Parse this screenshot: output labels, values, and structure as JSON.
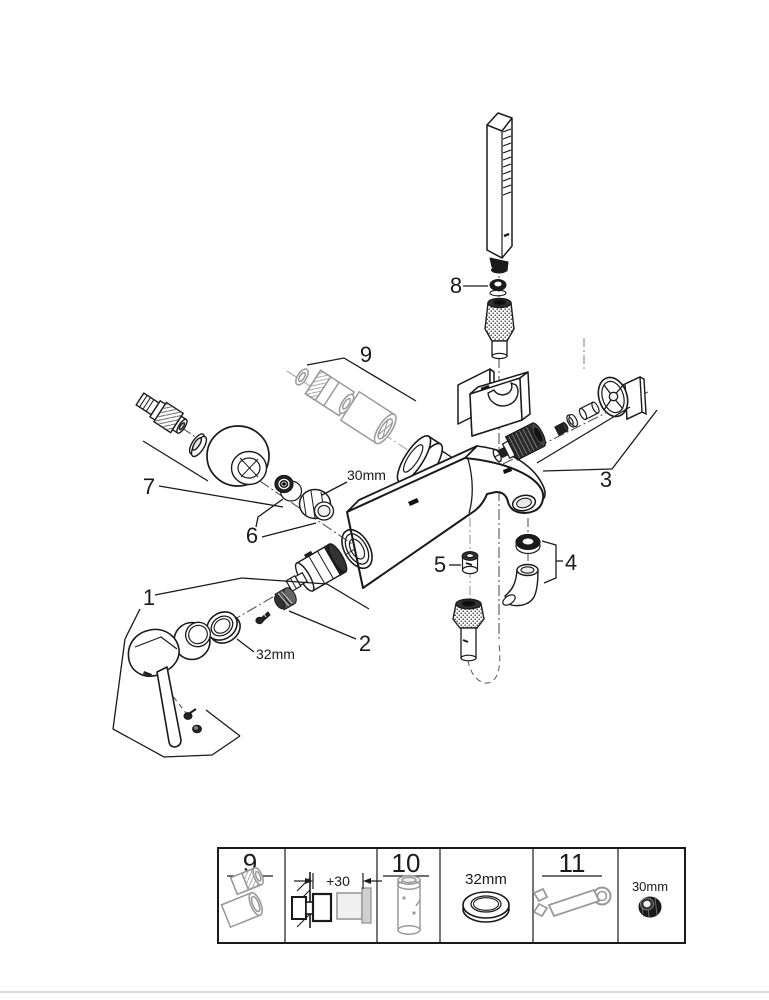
{
  "figure": {
    "type": "exploded-parts-diagram",
    "subject": "wall-mounted single-lever bath mixer with hand shower",
    "background": "#ffffff",
    "ink": "#1a1a1a",
    "muted_gray": "#9a9a9a"
  },
  "callouts": {
    "c1": "1",
    "c2": "2",
    "c3": "3",
    "c4": "4",
    "c5": "5",
    "c6": "6",
    "c7": "7",
    "c8": "8",
    "c9": "9"
  },
  "dims": {
    "nut_30mm": "30mm",
    "ring_32mm": "32mm"
  },
  "legend": {
    "cells": [
      {
        "label": "9",
        "icon": "union-fittings-icon"
      },
      {
        "label": "+30",
        "icon": "wall-extension-icon"
      },
      {
        "label": "10",
        "icon": "extension-tube-icon"
      },
      {
        "label": "32mm",
        "icon": "ring-seal-icon"
      },
      {
        "label": "11",
        "icon": "wrench-icon"
      },
      {
        "label": "30mm",
        "icon": "hex-nut-icon"
      }
    ]
  }
}
